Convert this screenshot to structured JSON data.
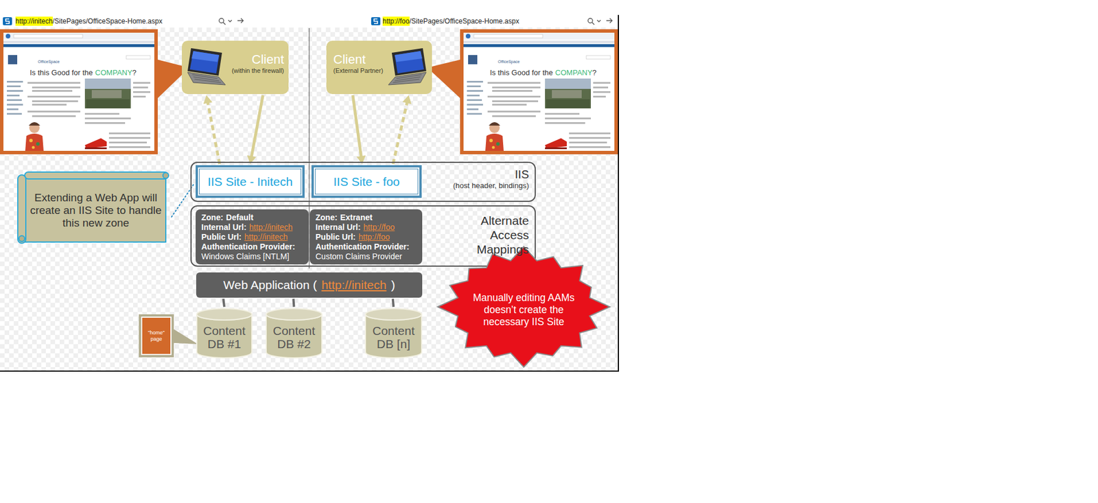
{
  "diagram": {
    "nodes": [
      {
        "text": [
          "Client",
          "(within the firewall)"
        ]
      },
      {
        "text": [
          "Client",
          "(External Partner)"
        ]
      },
      {
        "text": [
          "Extending a Web App will create an IIS Site to handle this new zone"
        ]
      },
      {
        "text": [
          "IIS",
          "(host header, bindings)"
        ]
      },
      {
        "text": [
          "IIS Site - Initech"
        ],
        "in": 3
      },
      {
        "text": [
          "IIS Site - foo"
        ],
        "in": 3
      },
      {
        "text": [
          "Alternate Access Mappings"
        ]
      },
      {
        "text": [
          "Zone:",
          "Default",
          "Internal Url:",
          "http://initech",
          "Public Url:",
          "http://initech",
          "Authentication Provider:",
          "Windows Claims [NTLM]"
        ],
        "in": 6
      },
      {
        "text": [
          "Zone:",
          "Extranet",
          "Internal Url:",
          "http://foo",
          "Public Url:",
          "http://foo",
          "Authentication Provider:",
          "Custom Claims Provider"
        ],
        "in": 6
      },
      {
        "text": [
          "Web Application (",
          "http://initech",
          ")"
        ]
      },
      {
        "text": [
          "\"home\" page"
        ]
      },
      {
        "text": [
          "Content DB #1"
        ]
      },
      {
        "text": [
          "Content DB #2"
        ]
      },
      {
        "text": [
          "Content DB [n]"
        ]
      },
      {
        "text": [
          "Manually editing AAMs doesn’t create the necessary IIS Site"
        ]
      }
    ],
    "edges": [
      {
        "from": 4,
        "to": 0,
        "arrow": "to"
      },
      {
        "from": 0,
        "to": 4,
        "arrow": "to"
      },
      {
        "from": 1,
        "to": 5,
        "arrow": "to"
      },
      {
        "from": 5,
        "to": 1,
        "arrow": "to"
      },
      {
        "from": 2,
        "to": 4,
        "arrow": "none"
      },
      {
        "from": 9,
        "to": 11,
        "arrow": "none"
      },
      {
        "from": 9,
        "to": 12,
        "arrow": "none"
      },
      {
        "from": 9,
        "to": 13,
        "arrow": "none"
      }
    ],
    "labels": [
      "http://initech",
      "/SitePages/OfficeSpace-Home.aspx",
      "http://foo",
      "/SitePages/OfficeSpace-Home.aspx",
      "OfficeSpace",
      "Is this Good for the",
      "COMPANY",
      "?",
      "OfficeSpace",
      "Is this Good for the",
      "COMPANY",
      "?"
    ]
  }
}
